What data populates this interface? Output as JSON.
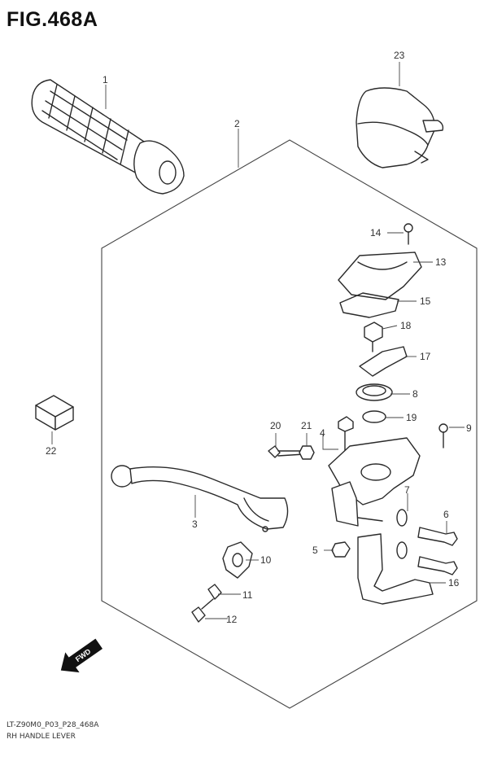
{
  "figure": {
    "title": "FIG.468A",
    "footer_code": "LT-Z90M0_P03_P28_468A",
    "footer_name": "RH HANDLE LEVER",
    "fwd_label": "FWD"
  },
  "callouts": {
    "c1": "1",
    "c2": "2",
    "c3": "3",
    "c4": "4",
    "c5": "5",
    "c6": "6",
    "c7": "7",
    "c8": "8",
    "c9": "9",
    "c10": "10",
    "c11": "11",
    "c12": "12",
    "c13": "13",
    "c14": "14",
    "c15": "15",
    "c16": "16",
    "c17": "17",
    "c18": "18",
    "c19": "19",
    "c20": "20",
    "c21": "21",
    "c22": "22",
    "c23": "23"
  },
  "icons": [
    "fwd-arrow-icon"
  ]
}
